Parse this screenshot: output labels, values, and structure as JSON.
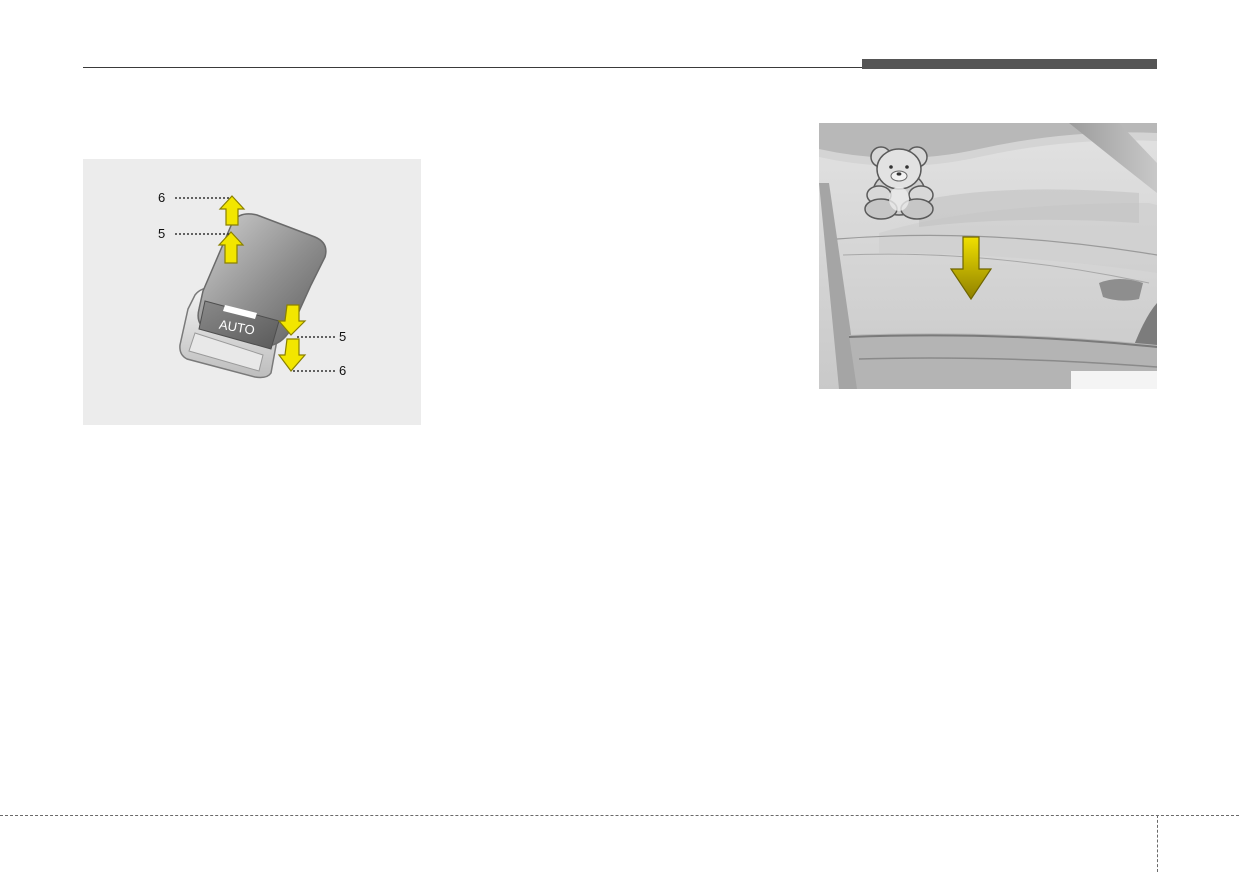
{
  "figures": {
    "window_switch": {
      "button_label": "AUTO",
      "callouts": {
        "up_outer": "6",
        "up_inner": "5",
        "down_inner": "5",
        "down_outer": "6"
      }
    },
    "windshield": {
      "arrow_direction": "down"
    }
  },
  "colors": {
    "arrow_yellow": "#f2e600",
    "arrow_olive": "#a8990a",
    "rule_dark": "#3a3a3a",
    "tab_gray": "#555555"
  }
}
